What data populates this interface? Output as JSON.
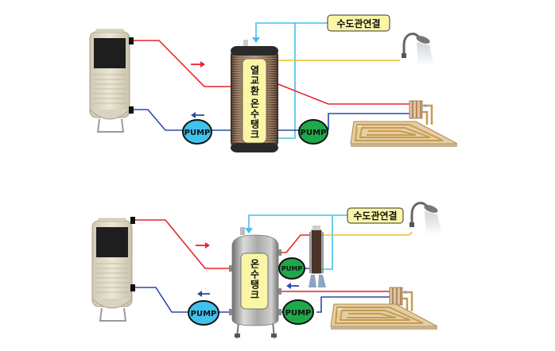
{
  "colors": {
    "hot_pipe": "#e8232b",
    "return_pipe": "#2a4aa8",
    "water_pipe": "#45c0ec",
    "hotwater_pipe": "#f2c318",
    "pump_blue": "#3fc2ec",
    "pump_green": "#1fa84a",
    "label_bg": "#fbf6a6",
    "tank_copper": "#8a6a52",
    "tank_steel": "#b8b8b8"
  },
  "top_system": {
    "pump_return_label": "PUMP",
    "pump_floor_label": "PUMP",
    "tank_label_line1": "열교환",
    "tank_label_line2": "온수탱크",
    "water_label": "수도관연결"
  },
  "bottom_system": {
    "pump_return_label": "PUMP",
    "pump_hx_label": "PUMP",
    "pump_floor_label": "PUMP",
    "tank_label": "온수탱크",
    "water_label": "수도관연결"
  },
  "icons": [
    "boiler-icon",
    "shower-head-icon",
    "floor-heating-icon",
    "heat-exchanger-icon",
    "flow-arrow-icon"
  ]
}
